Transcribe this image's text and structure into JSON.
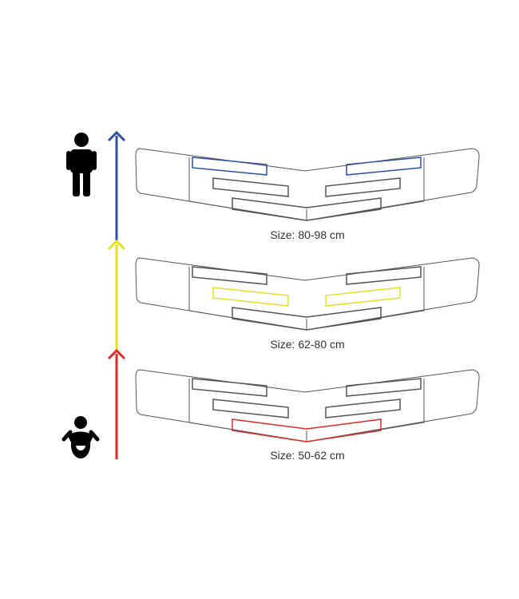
{
  "colors": {
    "outline": "#555555",
    "large": "#2e4fa3",
    "medium": "#e6e020",
    "small": "#e02828",
    "figure": "#000000"
  },
  "icons": {
    "top": "adult-figure-icon",
    "bottom": "baby-figure-icon"
  },
  "belts": [
    {
      "size_label": "Size: 80-98 cm",
      "highlight": "top-straps"
    },
    {
      "size_label": "Size: 62-80 cm",
      "highlight": "middle-straps"
    },
    {
      "size_label": "Size: 50-62 cm",
      "highlight": "bottom-strap"
    }
  ]
}
